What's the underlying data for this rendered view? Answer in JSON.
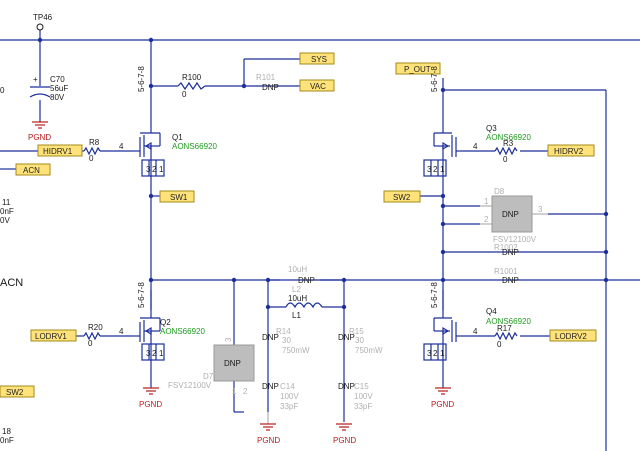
{
  "testpoint": "TP46",
  "capacitor_c70": {
    "ref": "C70",
    "value": "56uF",
    "voltage": "80V"
  },
  "ground_label": "PGND",
  "resistor_r100": {
    "ref": "R100",
    "value": "0"
  },
  "resistor_r101": {
    "ref": "R101",
    "value": "DNP"
  },
  "resistor_r8": {
    "ref": "R8",
    "value": "0"
  },
  "resistor_r20": {
    "ref": "R20",
    "value": "0"
  },
  "resistor_r3": {
    "ref": "R3",
    "value": "0"
  },
  "resistor_r17": {
    "ref": "R17",
    "value": "0"
  },
  "resistor_r1001": {
    "ref": "R1001",
    "value": "DNP"
  },
  "resistor_r1002": {
    "ref": "R1002",
    "value": "DNP"
  },
  "q1": {
    "ref": "Q1",
    "part": "AONS66920"
  },
  "q2": {
    "ref": "Q2",
    "part": "AONS66920"
  },
  "q3": {
    "ref": "Q3",
    "part": "AONS66920"
  },
  "q4": {
    "ref": "Q4",
    "part": "AONS66920"
  },
  "fet_pins": {
    "drain": "5-6-7-8",
    "gate": "4",
    "s1": "1",
    "s2": "2",
    "s3": "3"
  },
  "inductor_l2": {
    "ref": "L2",
    "value": "10uH",
    "dnp": "DNP"
  },
  "inductor_l1": {
    "ref": "L1",
    "value": "10uH"
  },
  "d7": {
    "ref": "D7",
    "part": "FSV12100V",
    "box": "DNP"
  },
  "d8": {
    "ref": "D8",
    "part": "FSV12100V",
    "box": "DNP",
    "pin1": "1",
    "pin2": "2",
    "pin3": "3"
  },
  "r14": {
    "ref": "R14",
    "value": "30",
    "power": "750mW",
    "dnp": "DNP"
  },
  "r15": {
    "ref": "R15",
    "value": "30",
    "power": "750mW",
    "dnp": "DNP"
  },
  "c14": {
    "ref": "C14",
    "voltage": "100V",
    "value": "33pF",
    "dnp": "DNP"
  },
  "c15": {
    "ref": "C15",
    "voltage": "100V",
    "value": "33pF",
    "dnp": "DNP"
  },
  "nets": {
    "sys": "SYS",
    "vac": "VAC",
    "hidrv1": "HIDRV1",
    "acn": "ACN",
    "sw1": "SW1",
    "lodrv1": "LODRV1",
    "sw2": "SW2",
    "p_out": "P_OUT",
    "hidrv2": "HIDRV2",
    "lodrv2": "LODRV2"
  },
  "left_edge": {
    "c70_side": "0",
    "c11_ref": "11",
    "c11_val": "0nF",
    "c11_volt": "0V",
    "acn_big": "ACN",
    "c18_ref": "18",
    "c18_val": "0nF"
  },
  "colors": {
    "wire": "#1c2f9c",
    "netlabel": "#ffe37a",
    "ground": "#b81c1c",
    "partnumber": "#1f9a1f",
    "dnp_part": "#b0b0b0"
  }
}
